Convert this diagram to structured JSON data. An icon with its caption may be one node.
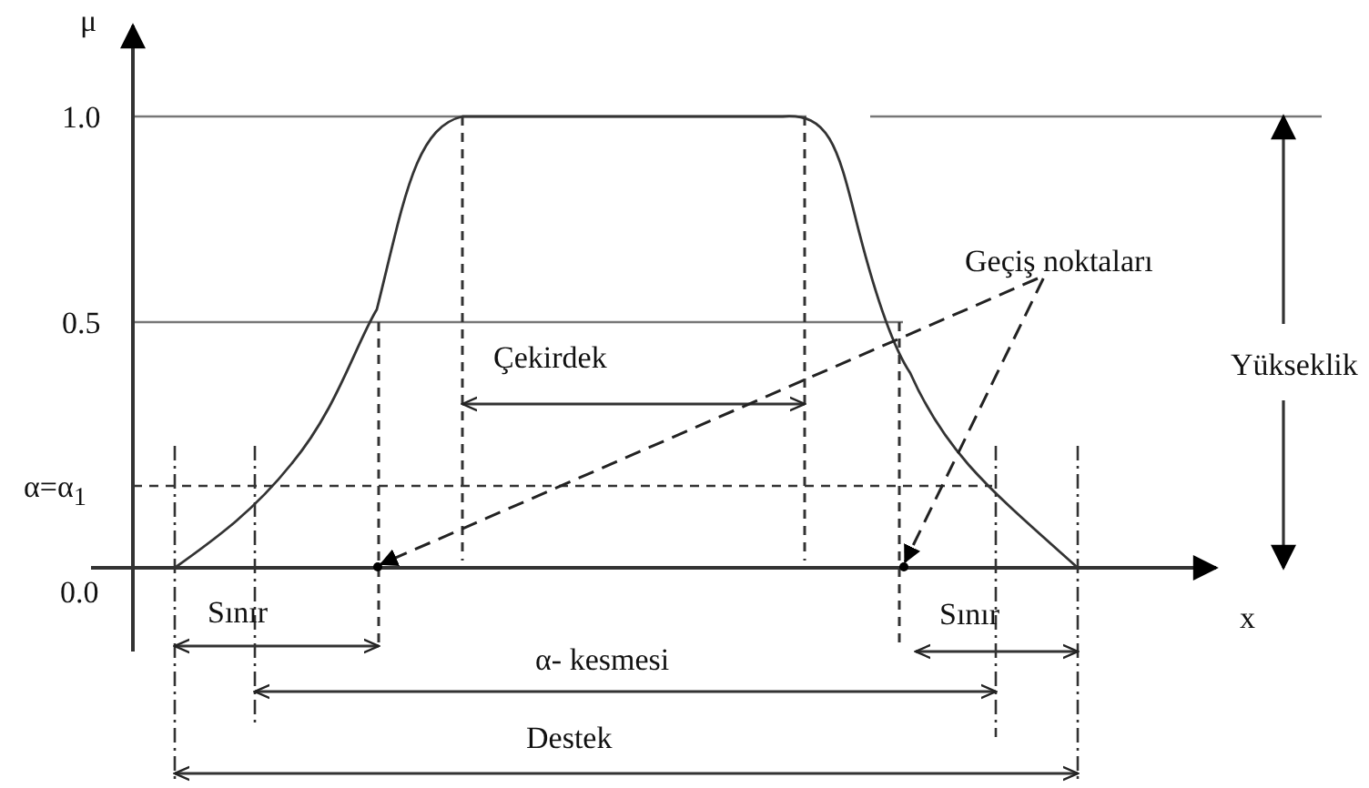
{
  "diagram": {
    "nodes": [
      {
        "text": [
          "Geçiş noktaları"
        ]
      },
      {
        "text": [],
        "shape": "point"
      },
      {
        "text": [],
        "shape": "point"
      }
    ],
    "edges": [
      {
        "from": 0,
        "to": 1,
        "arrow": "to",
        "style": "dashed"
      },
      {
        "from": 0,
        "to": 2,
        "arrow": "to",
        "style": "dashed"
      }
    ],
    "labels": [
      "μ",
      "1.0",
      "0.5",
      "Çekirdek",
      "Yükseklik",
      "α=α$_{1}$",
      "0.0",
      "Sınır",
      "Sınır",
      "x",
      "α- kesmesi",
      "Destek"
    ]
  }
}
